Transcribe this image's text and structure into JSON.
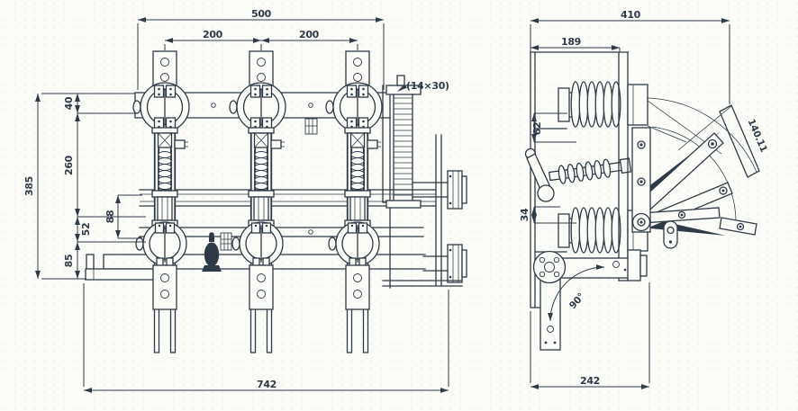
{
  "drawing": {
    "type": "two-view technical dimension drawing of three-pole switch apparatus",
    "colors": {
      "ink": "#2e3a46",
      "paper": "#fbfbf8"
    },
    "front_view": {
      "dims": {
        "top_overall": "500",
        "span_left": "200",
        "span_right": "200",
        "slot_label": "(14×30)",
        "overall_height": "385",
        "d40": "40",
        "d260": "260",
        "d88": "88",
        "d52": "52",
        "d85": "85",
        "bottom_overall": "742"
      }
    },
    "side_view": {
      "dims": {
        "top_overall": "410",
        "top_inner": "189",
        "d62": "62",
        "d34": "34",
        "blade_length": "140.11",
        "rotation_angle": "90°",
        "bottom_overall": "242"
      }
    }
  }
}
